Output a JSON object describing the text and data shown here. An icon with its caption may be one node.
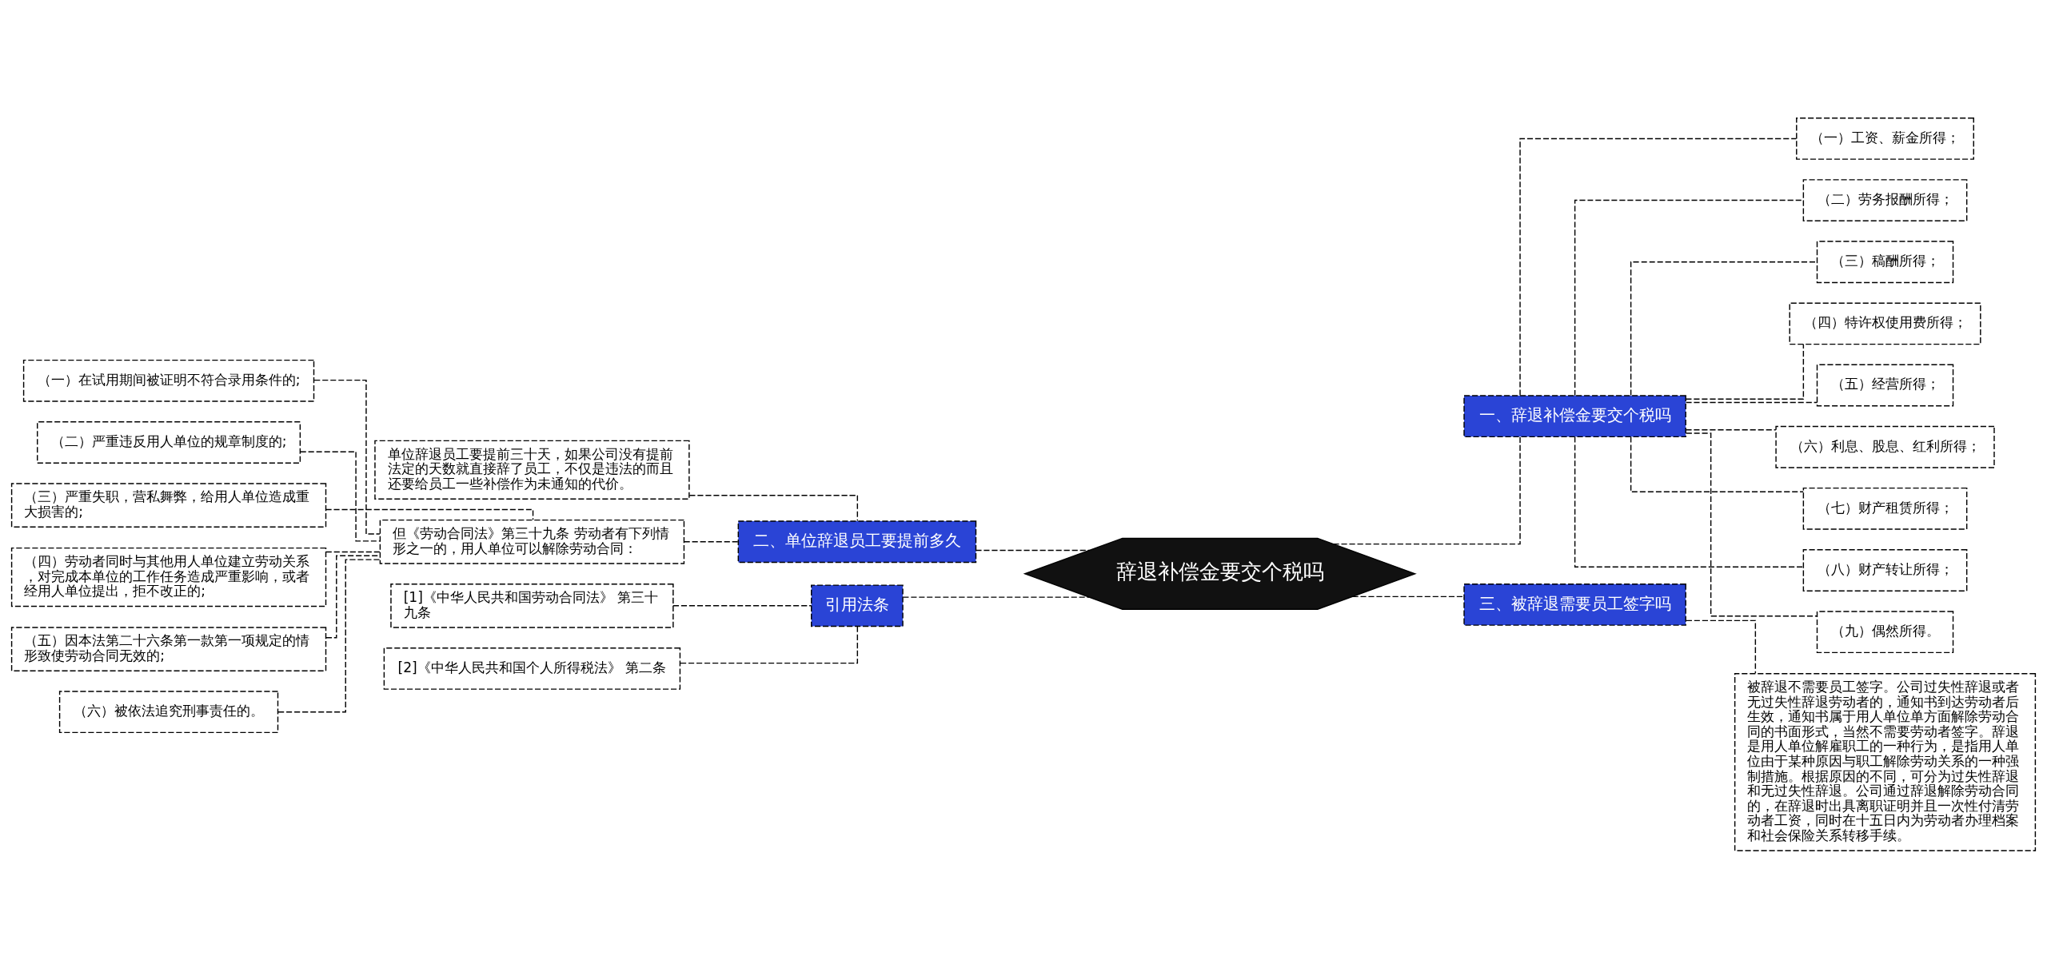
{
  "diagram": {
    "nodes": [
      {
        "text": [
          "辞退补偿金要交个税吗"
        ]
      },
      {
        "text": [
          "一、辞退补偿金要交个税吗"
        ]
      },
      {
        "text": [
          "（一）工资、薪金所得；"
        ]
      },
      {
        "text": [
          "（二）劳务报酬所得；"
        ]
      },
      {
        "text": [
          "（三）稿酬所得；"
        ]
      },
      {
        "text": [
          "（四）特许权使用费所得；"
        ]
      },
      {
        "text": [
          "（五）经营所得；"
        ]
      },
      {
        "text": [
          "（六）利息、股息、红利所得；"
        ]
      },
      {
        "text": [
          "（七）财产租赁所得；"
        ]
      },
      {
        "text": [
          "（八）财产转让所得；"
        ]
      },
      {
        "text": [
          "（九）偶然所得。"
        ]
      },
      {
        "text": [
          "三、被辞退需要员工签字吗"
        ]
      },
      {
        "text": [
          "被辞退不需要员工签字。公司过失性辞退或者无过失性辞退劳动者的，通知书到达劳动者后生效，通知书属于用人单位单方面解除劳动合同的书面形式，当然不需要劳动者签字。辞退是用人单位解雇职工的一种行为，是指用人单位由于某种原因与职工解除劳动关系的一种强制措施。根据原因的不同，可分为过失性辞退和无过失性辞退。公司通过辞退解除劳动合同的，在辞退时出具离职证明并且一次性付清劳动者工资，同时在十五日内为劳动者办理档案和社会保险关系转移手续。"
        ]
      },
      {
        "text": [
          "二、单位辞退员工要提前多久"
        ]
      },
      {
        "text": [
          "单位辞退员工要提前三十天，如果公司没有提前法定的天数就直接辞了员工，不仅是违法的而且还要给员工一些补偿作为未通知的代价。"
        ]
      },
      {
        "text": [
          "但《劳动合同法》第三十九条 劳动者有下列情形之一的，用人单位可以解除劳动合同："
        ]
      },
      {
        "text": [
          "（一）在试用期间被证明不符合录用条件的;"
        ]
      },
      {
        "text": [
          "（二）严重违反用人单位的规章制度的;"
        ]
      },
      {
        "text": [
          "（三）严重失职，营私舞弊，给用人单位造成重大损害的;"
        ]
      },
      {
        "text": [
          "（四）劳动者同时与其他用人单位建立劳动关系，对完成本单位的工作任务造成严重影响，或者经用人单位提出，拒不改正的;"
        ]
      },
      {
        "text": [
          "（五）因本法第二十六条第一款第一项规定的情形致使劳动合同无效的;"
        ]
      },
      {
        "text": [
          "（六）被依法追究刑事责任的。"
        ]
      },
      {
        "text": [
          "引用法条"
        ]
      },
      {
        "text": [
          "[1]《中华人民共和国劳动合同法》 第三十九条"
        ]
      },
      {
        "text": [
          "[2]《中华人民共和国个人所得税法》 第二条"
        ]
      }
    ],
    "edges": [
      {
        "from": 0,
        "to": 1,
        "arrow": "none",
        "style": "dashed"
      },
      {
        "from": 1,
        "to": 2,
        "arrow": "none",
        "style": "dashed"
      },
      {
        "from": 1,
        "to": 3,
        "arrow": "none",
        "style": "dashed"
      },
      {
        "from": 1,
        "to": 4,
        "arrow": "none",
        "style": "dashed"
      },
      {
        "from": 1,
        "to": 5,
        "arrow": "none",
        "style": "dashed"
      },
      {
        "from": 1,
        "to": 6,
        "arrow": "none",
        "style": "dashed"
      },
      {
        "from": 1,
        "to": 7,
        "arrow": "none",
        "style": "dashed"
      },
      {
        "from": 1,
        "to": 8,
        "arrow": "none",
        "style": "dashed"
      },
      {
        "from": 1,
        "to": 9,
        "arrow": "none",
        "style": "dashed"
      },
      {
        "from": 1,
        "to": 10,
        "arrow": "none",
        "style": "dashed"
      },
      {
        "from": 0,
        "to": 11,
        "arrow": "none",
        "style": "dashed"
      },
      {
        "from": 11,
        "to": 12,
        "arrow": "none",
        "style": "dashed"
      },
      {
        "from": 0,
        "to": 13,
        "arrow": "none",
        "style": "dashed"
      },
      {
        "from": 13,
        "to": 14,
        "arrow": "none",
        "style": "dashed"
      },
      {
        "from": 13,
        "to": 15,
        "arrow": "none",
        "style": "dashed"
      },
      {
        "from": 15,
        "to": 16,
        "arrow": "none",
        "style": "dashed"
      },
      {
        "from": 15,
        "to": 17,
        "arrow": "none",
        "style": "dashed"
      },
      {
        "from": 15,
        "to": 18,
        "arrow": "none",
        "style": "dashed"
      },
      {
        "from": 15,
        "to": 19,
        "arrow": "none",
        "style": "dashed"
      },
      {
        "from": 15,
        "to": 20,
        "arrow": "none",
        "style": "dashed"
      },
      {
        "from": 15,
        "to": 21,
        "arrow": "none",
        "style": "dashed"
      },
      {
        "from": 0,
        "to": 22,
        "arrow": "none",
        "style": "dashed"
      },
      {
        "from": 22,
        "to": 23,
        "arrow": "none",
        "style": "dashed"
      },
      {
        "from": 22,
        "to": 24,
        "arrow": "none",
        "style": "dashed"
      }
    ]
  }
}
